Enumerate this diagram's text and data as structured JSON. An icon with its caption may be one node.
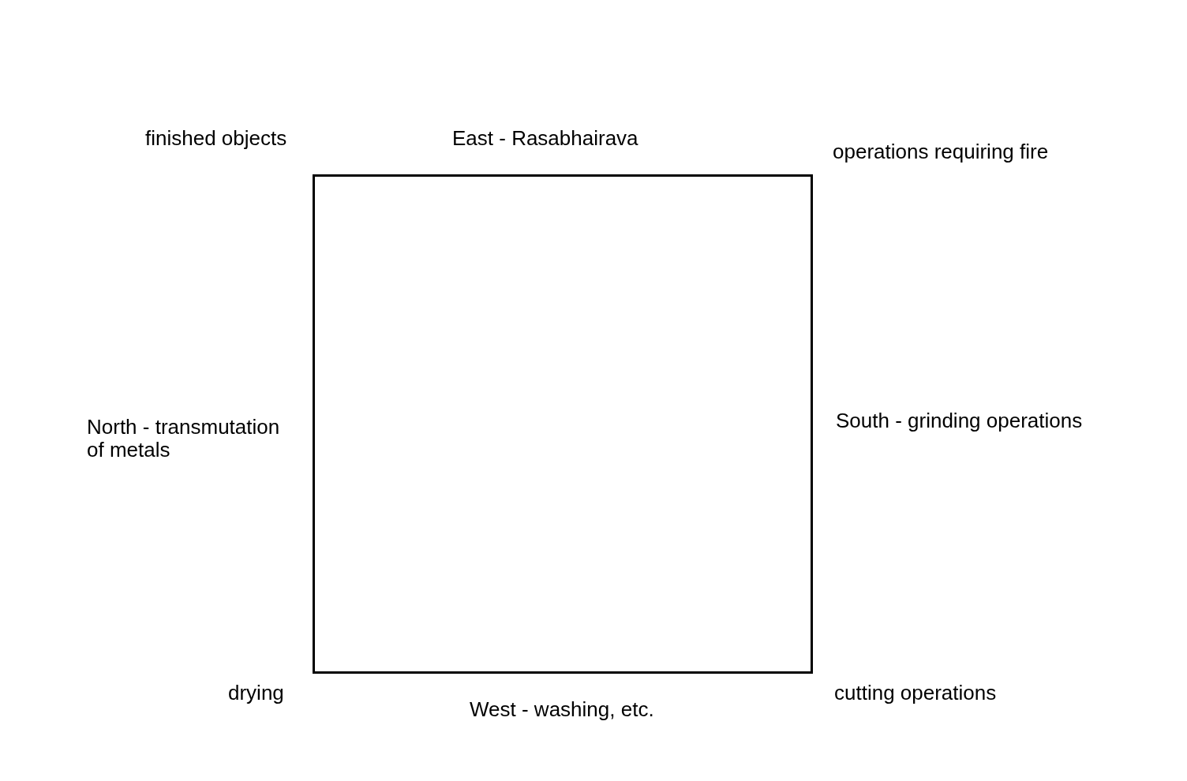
{
  "diagram": {
    "nodes": [
      {
        "text": [],
        "shape": "box"
      }
    ],
    "labels": [
      "finished objects",
      "East - Rasabhairava",
      "operations requiring fire",
      "North - transmutation of metals",
      "South - grinding operations",
      "drying",
      "cutting operations",
      "West - washing, etc."
    ]
  }
}
